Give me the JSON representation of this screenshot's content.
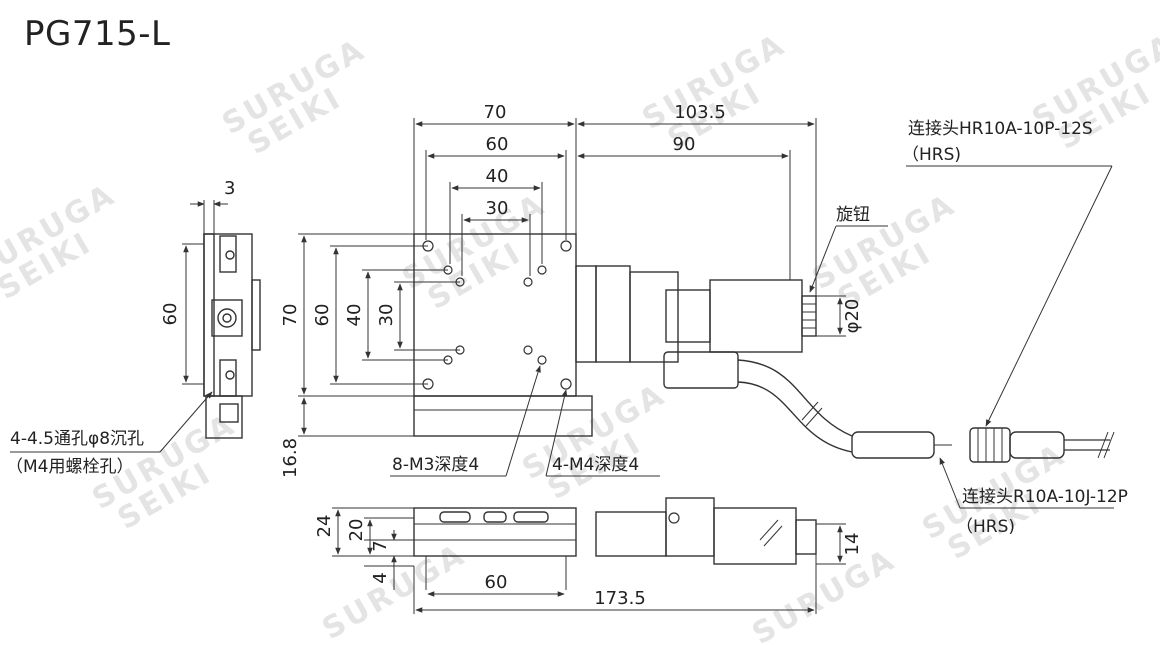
{
  "title": "PG715-L",
  "watermark": {
    "line1": "SURUGA",
    "line2": "SEIKI"
  },
  "dims": {
    "top_70": "70",
    "top_60": "60",
    "top_40": "40",
    "top_30": "30",
    "top_103_5": "103.5",
    "top_90": "90",
    "left_70": "70",
    "left_60": "60",
    "left_40": "40",
    "left_30": "30",
    "side_3": "3",
    "side_60": "60",
    "knob_phi20": "φ20",
    "height_16_8": "16.8",
    "bot_24": "24",
    "bot_20": "20",
    "bot_7": "7",
    "bot_4": "4",
    "bot_60": "60",
    "bot_173_5": "173.5",
    "bot_14": "14"
  },
  "labels": {
    "knob": "旋钮",
    "connector_top_1": "连接头HR10A-10P-12S",
    "connector_top_2": "（HRS)",
    "connector_bot_1": "连接头R10A-10J-12P",
    "connector_bot_2": "（HRS)",
    "hole_1": "4-4.5通孔φ8沉孔",
    "hole_2": "（M4用螺栓孔）",
    "tap_m3": "8-M3深度4",
    "tap_m4": "4-M4深度4"
  }
}
